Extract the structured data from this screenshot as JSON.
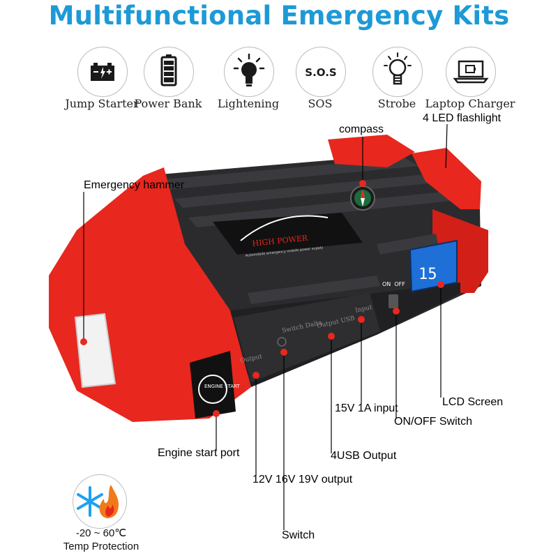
{
  "title": "Multifunctional Emergency Kits",
  "features": [
    {
      "label": "Jump Starter",
      "icon": "battery-icon"
    },
    {
      "label": "Power Bank",
      "icon": "power-bank-icon"
    },
    {
      "label": "Lightening",
      "icon": "light-bulb-icon"
    },
    {
      "label": "SOS",
      "icon": "sos-icon",
      "icon_text": "S.O.S"
    },
    {
      "label": "Strobe",
      "icon": "strobe-bulb-icon"
    },
    {
      "label": "Laptop Charger",
      "icon": "laptop-icon"
    }
  ],
  "callouts": {
    "flashlight": "4 LED flashlight",
    "compass": "compass",
    "hammer": "Emergency hammer",
    "lcd": "LCD Screen",
    "input": "15V 1A input",
    "switch_onoff": "ON/OFF Switch",
    "usb": "4USB Output",
    "engine_port": "Engine start port",
    "output": "12V 16V 19V output",
    "switch": "Switch"
  },
  "device": {
    "brand": "HIGH POWER",
    "tagline": "Automobile emergency mobile power supply",
    "on_off": "ON  OFF",
    "engine_start": "ENGINE START",
    "lcd_value": "15",
    "port_labels": [
      "Output",
      "Switch  Dalta",
      "Output USB",
      "Input"
    ],
    "body_color": "#e8271e",
    "panel_color": "#2b2b2e"
  },
  "temp": {
    "range": "-20 ~ 60℃",
    "label": "Temp Protection"
  }
}
